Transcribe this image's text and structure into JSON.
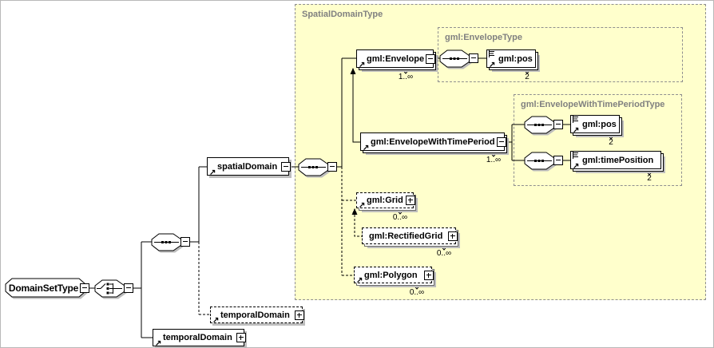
{
  "diagram": {
    "nodes": {
      "domainSetType": {
        "label": "DomainSetType"
      },
      "spatialDomain": {
        "label": "spatialDomain"
      },
      "temporalDomainOptional": {
        "label": "temporalDomain"
      },
      "temporalDomain": {
        "label": "temporalDomain"
      },
      "envelope": {
        "label": "gml:Envelope",
        "occurrence": "1..∞"
      },
      "envelopePos": {
        "label": "gml:pos",
        "occurrence": "2"
      },
      "envelopeWithTimePeriod": {
        "label": "gml:EnvelopeWithTimePeriod",
        "occurrence": "1..∞"
      },
      "envelopeWithTimePeriodPos": {
        "label": "gml:pos",
        "occurrence": "2"
      },
      "timePosition": {
        "label": "gml:timePosition",
        "occurrence": "2"
      },
      "grid": {
        "label": "gml:Grid",
        "occurrence": "0..∞"
      },
      "rectifiedGrid": {
        "label": "gml:RectifiedGrid",
        "occurrence": "0..∞"
      },
      "polygon": {
        "label": "gml:Polygon",
        "occurrence": "0..∞"
      }
    },
    "groups": {
      "spatialDomainType": {
        "label": "SpatialDomainType"
      },
      "envelopeType": {
        "label": "gml:EnvelopeType"
      },
      "envelopeWithTimePeriodType": {
        "label": "gml:EnvelopeWithTimePeriodType"
      }
    },
    "icons": {
      "sequence": "sequence-compositor",
      "choice": "choice-compositor",
      "collapse": "minus-expand-box",
      "expand": "plus-expand-box",
      "reference": "element-reference-arrow",
      "simpleContent": "text-lines",
      "substitution": "substitution-group-up-arrow"
    },
    "colors": {
      "groupFill": "#FFFFCC",
      "groupBorder": "#8F8F8F",
      "groupLabel": "#808080",
      "boxBorder": "#000000",
      "boxFill": "#FFFFFF",
      "shadow": "#BDBDBD",
      "wire": "#000000"
    }
  }
}
